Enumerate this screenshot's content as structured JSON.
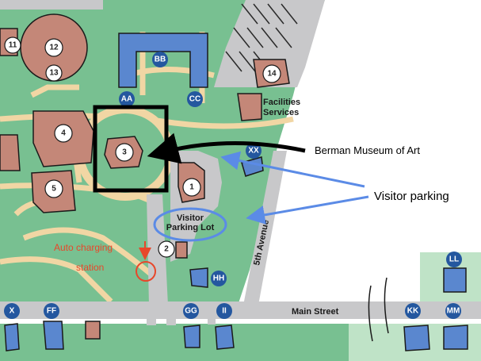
{
  "map": {
    "buildings": {
      "b1": "1",
      "b2": "2",
      "b3": "3",
      "b4": "4",
      "b5": "5",
      "b11": "11",
      "b12": "12",
      "b13": "13",
      "b14": "14"
    },
    "markers": {
      "aa": "AA",
      "bb": "BB",
      "cc": "CC",
      "xx": "XX",
      "hh": "HH",
      "gg": "GG",
      "ii": "II",
      "x": "X",
      "ff": "FF",
      "kk": "KK",
      "mm": "MM",
      "ll": "LL"
    },
    "labels": {
      "facilities_line1": "Facilities",
      "facilities_line2": "Services",
      "parking_line1": "Visitor",
      "parking_line2": "Parking Lot",
      "fifth_avenue": "5th Avenue",
      "main_street": "Main Street"
    },
    "annotations": {
      "museum": "Berman Museum of Art",
      "visitor_parking": "Visitor parking",
      "charging_line1": "Auto charging",
      "charging_line2": "station"
    },
    "colors": {
      "lawn": "#78c091",
      "lawn_dark": "#5aa877",
      "path": "#f1d6a4",
      "road": "#c8c8ca",
      "building": "#c48778",
      "blue": "#5a87cf",
      "marker": "#24579f",
      "callout_blue": "#5b8be6",
      "callout_red": "#e8472a"
    }
  }
}
